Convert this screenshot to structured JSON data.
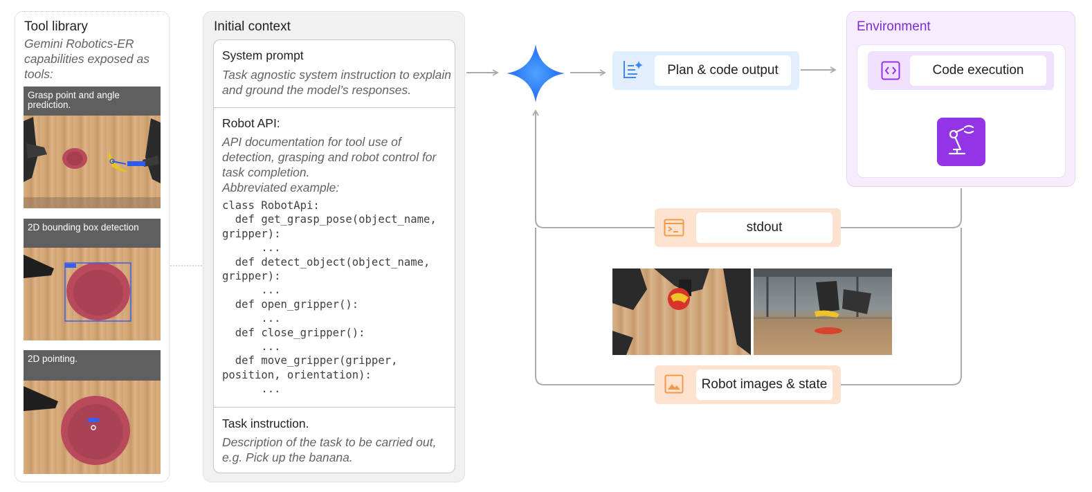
{
  "tool_library": {
    "title": "Tool library",
    "subtitle_lines": [
      "Gemini Robotics-ER",
      "capabilities exposed as",
      "tools:"
    ],
    "tiles": [
      {
        "caption_lines": [
          "Grasp point and angle",
          "prediction."
        ],
        "label": "banana"
      },
      {
        "caption_lines": [
          "2D bounding box detection"
        ],
        "label": "bowl"
      },
      {
        "caption_lines": [
          "2D pointing."
        ],
        "label": "bowl"
      }
    ]
  },
  "initial_context": {
    "title": "Initial context",
    "system_prompt": {
      "title": "System prompt",
      "desc_lines": [
        "Task agnostic system instruction to explain",
        "and ground the model’s responses."
      ]
    },
    "robot_api": {
      "title": "Robot API:",
      "desc_lines": [
        "API documentation for tool use of",
        "detection, grasping and robot control for",
        "task completion.",
        "Abbreviated example:"
      ],
      "code_lines": [
        "class RobotApi:",
        "  def get_grasp_pose(object_name,",
        "gripper):",
        "      ...",
        "  def detect_object(object_name,",
        "gripper):",
        "      ...",
        "  def open_gripper():",
        "      ...",
        "  def close_gripper():",
        "      ...",
        "  def move_gripper(gripper,",
        "position, orientation):",
        "      ..."
      ]
    },
    "task_instruction": {
      "title": "Task instruction.",
      "desc_lines": [
        "Description of the task to be carried out,",
        "e.g. Pick up the banana."
      ]
    }
  },
  "flow": {
    "plan_output": "Plan & code output",
    "stdout": "stdout",
    "robot_images": "Robot images & state"
  },
  "environment": {
    "title": "Environment",
    "code_execution": "Code execution"
  },
  "colors": {
    "accent_blue": "#4285f4",
    "plan_bg": "#e3eefc",
    "env_purple": "#9334e6",
    "env_bg": "#f6ecfd",
    "orange_bg": "#fde3cf",
    "orange_icon": "#f29a4a",
    "arrow_gray": "#aaaaaa"
  },
  "icons": [
    "gemini-sparkle-icon",
    "document-sparkle-icon",
    "code-brackets-icon",
    "robot-arm-icon",
    "terminal-icon",
    "image-icon"
  ]
}
